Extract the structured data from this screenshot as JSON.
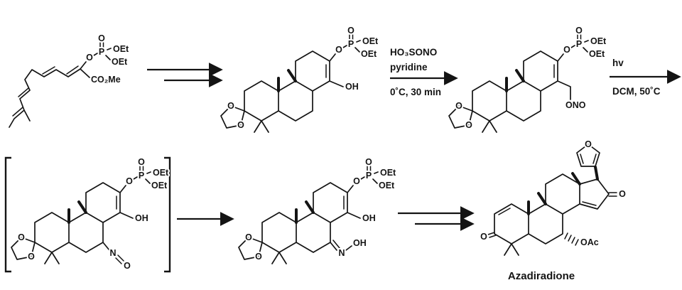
{
  "scheme_type": "organic-reaction-scheme",
  "labels": {
    "o": "O",
    "p": "P",
    "oet": "OEt",
    "oh": "OH",
    "ono": "ONO",
    "n": "N",
    "oac": "OAc",
    "co2me": "CO₂Me"
  },
  "reagents": {
    "nitrosation": {
      "line1": "HO₃SONO",
      "line2": "pyridine",
      "conditions": "0˚C, 30 min"
    },
    "photolysis": {
      "line1": "hv",
      "line2": "DCM, 50˚C"
    }
  },
  "product": {
    "name": "Azadiradione"
  }
}
